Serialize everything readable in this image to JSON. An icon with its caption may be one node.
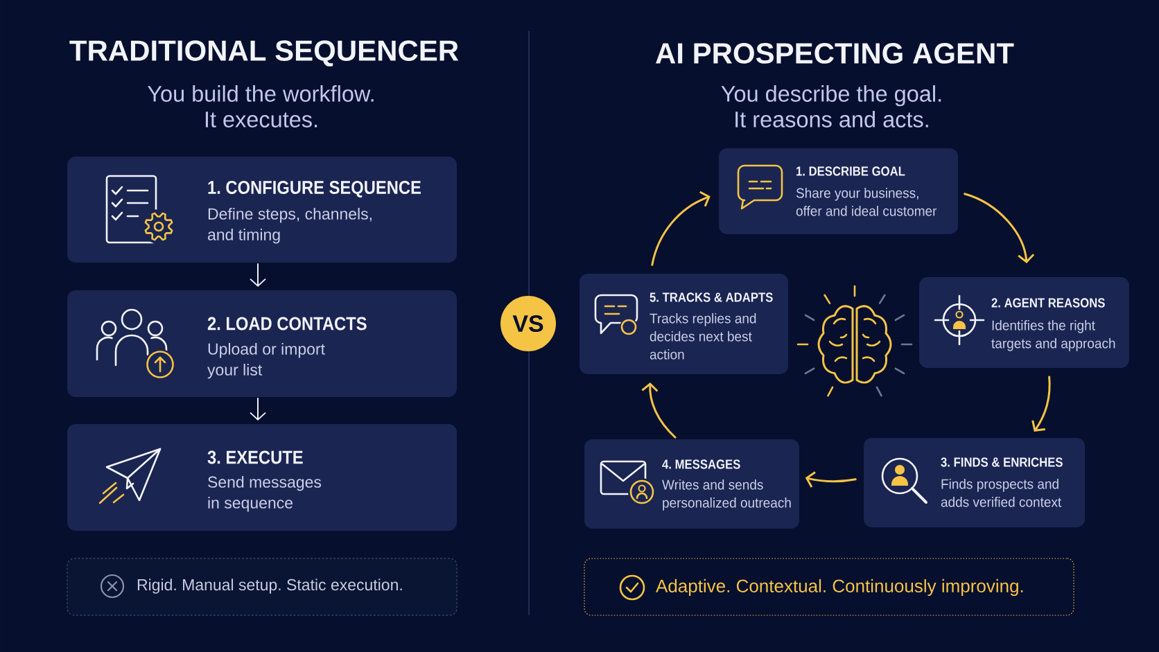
{
  "diagram": {
    "nodes": [
      {
        "text": [
          "1. CONFIGURE SEQUENCE",
          "Define steps, channels, and timing"
        ]
      },
      {
        "text": [
          "2. LOAD CONTACTS",
          "Upload or import your list"
        ]
      },
      {
        "text": [
          "3. EXECUTE",
          "Send messages in sequence"
        ]
      },
      {
        "text": [
          "Rigid. Manual setup. Static execution."
        ]
      },
      {
        "text": [
          "VS"
        ]
      },
      {
        "text": [
          "1. DESCRIBE GOAL",
          "Share your business, offer and ideal customer"
        ]
      },
      {
        "text": [
          "2. AGENT REASONS",
          "Identifies the right targets and approach"
        ]
      },
      {
        "text": [
          "3. FINDS & ENRICHES",
          "Finds prospects and adds verified context"
        ]
      },
      {
        "text": [
          "4. MESSAGES",
          "Writes and sends personalized outreach"
        ]
      },
      {
        "text": [
          "5. TRACKS & ADAPTS",
          "Tracks replies and decides next best action"
        ]
      },
      {
        "text": [
          "Adaptive. Contextual. Continuously improving."
        ]
      }
    ],
    "edges": [
      {
        "from": 0,
        "to": 1,
        "arrow": "to",
        "color": "#eef0f8"
      },
      {
        "from": 1,
        "to": 2,
        "arrow": "to",
        "color": "#eef0f8"
      },
      {
        "from": 9,
        "to": 5,
        "arrow": "to"
      },
      {
        "from": 5,
        "to": 6,
        "arrow": "to"
      },
      {
        "from": 6,
        "to": 7,
        "arrow": "to"
      },
      {
        "from": 7,
        "to": 8,
        "arrow": "to"
      },
      {
        "from": 8,
        "to": 9,
        "arrow": "to"
      }
    ],
    "labels": [
      "TRADITIONAL SEQUENCER",
      "You build the workflow. It executes.",
      "AI PROSPECTING AGENT",
      "You describe the goal. It reasons and acts."
    ]
  }
}
